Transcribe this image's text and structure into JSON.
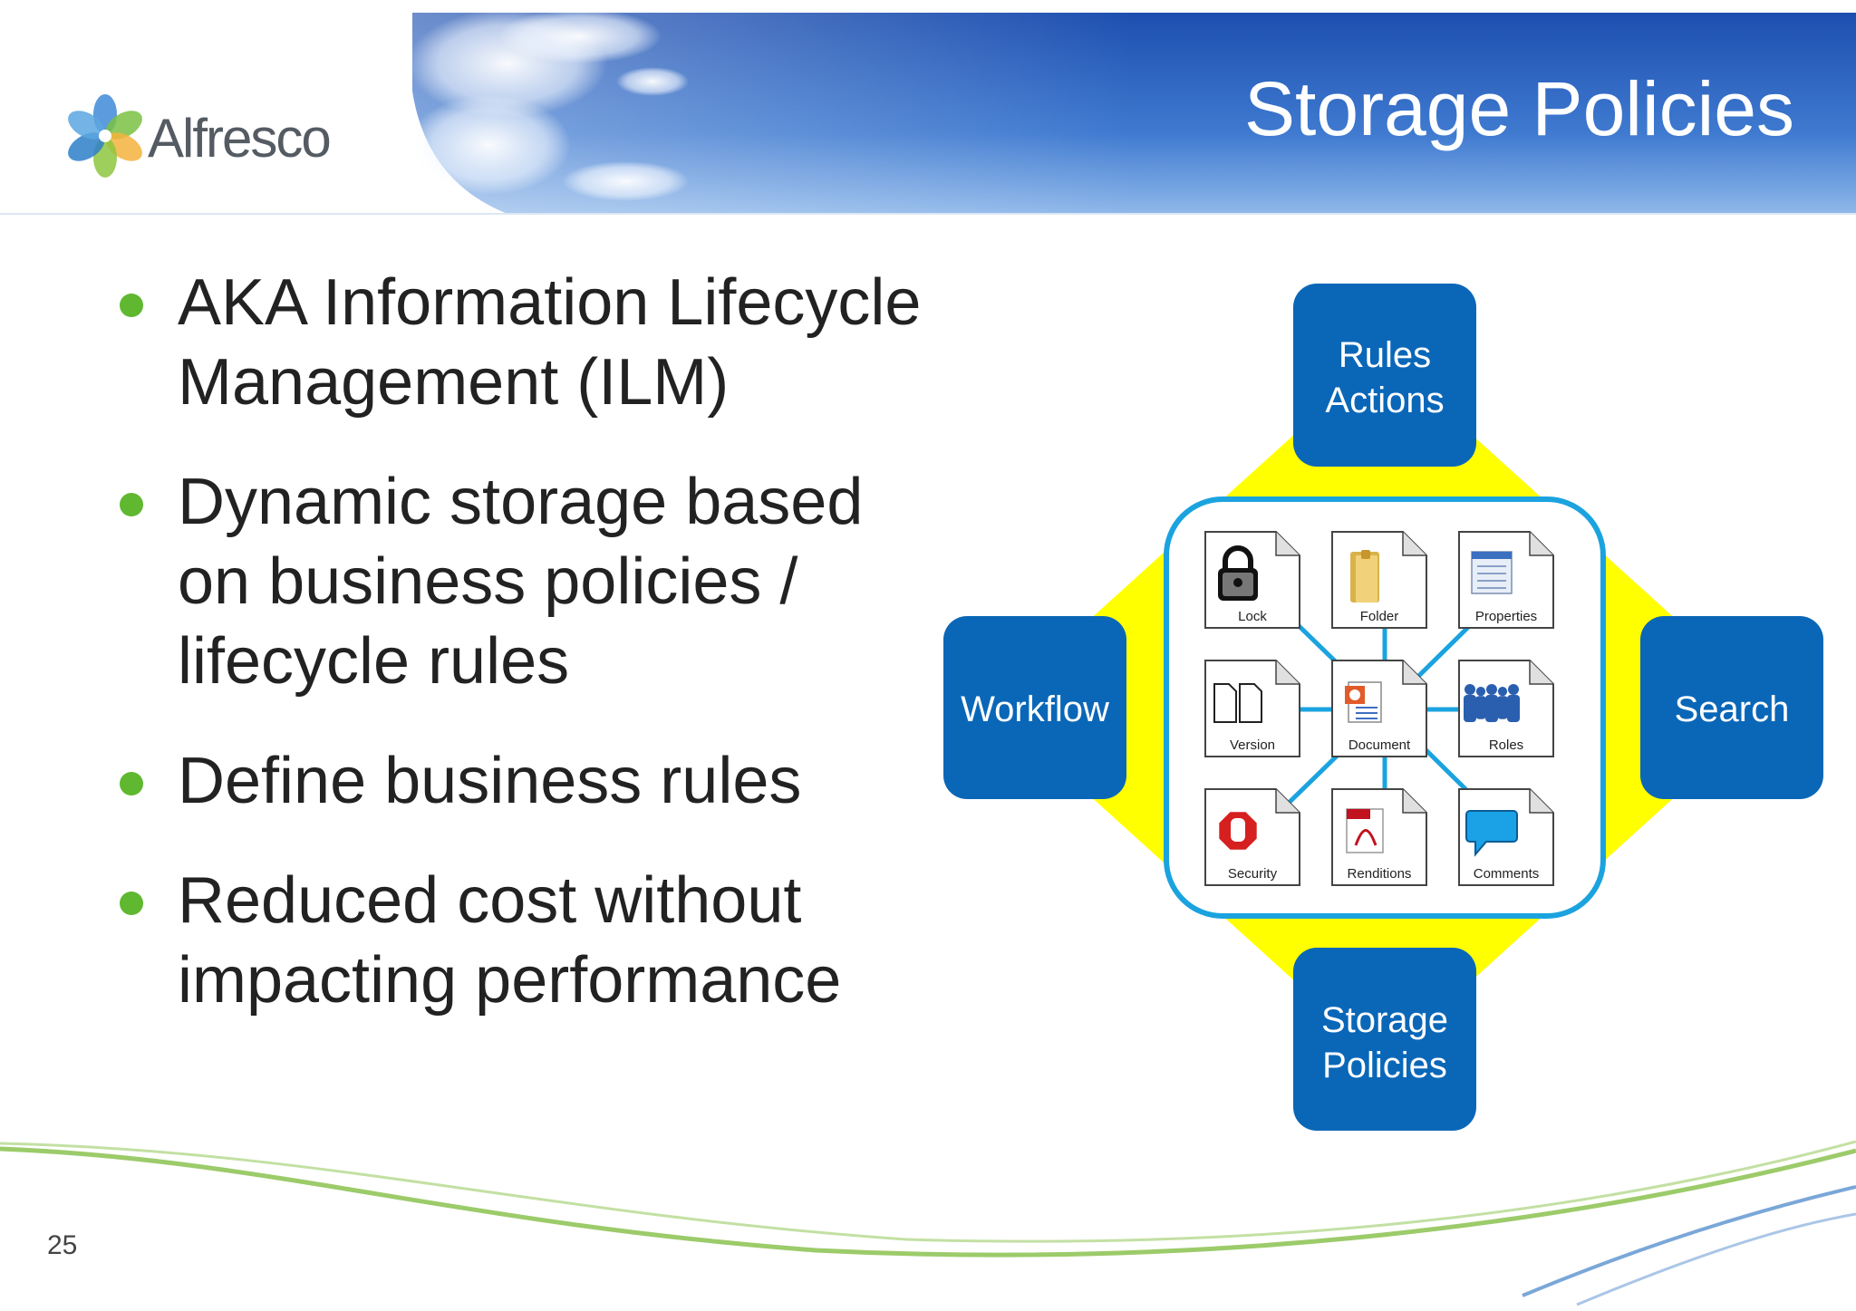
{
  "brand": {
    "name": "Alfresco"
  },
  "title": "Storage Policies",
  "bullets": [
    "AKA Information Lifecycle Management (ILM)",
    "Dynamic storage based on business policies / lifecycle rules",
    "Define business rules",
    "Reduced cost without impacting performance"
  ],
  "diagram": {
    "outer": {
      "top": [
        "Rules",
        "Actions"
      ],
      "left": [
        "Workflow"
      ],
      "right": [
        "Search"
      ],
      "bottom": [
        "Storage",
        "Policies"
      ]
    },
    "tiles": [
      {
        "label": "Lock",
        "icon": "lock-icon"
      },
      {
        "label": "Folder",
        "icon": "folder-icon"
      },
      {
        "label": "Properties",
        "icon": "properties-icon"
      },
      {
        "label": "Version",
        "icon": "version-icon"
      },
      {
        "label": "Document",
        "icon": "document-icon"
      },
      {
        "label": "Roles",
        "icon": "roles-icon"
      },
      {
        "label": "Security",
        "icon": "stop-sign-icon"
      },
      {
        "label": "Renditions",
        "icon": "pdf-icon"
      },
      {
        "label": "Comments",
        "icon": "comment-icon"
      }
    ]
  },
  "page_number": "25",
  "colors": {
    "sky_blue": "#2e66c4",
    "box_blue": "#0a67b8",
    "diamond_yellow": "#ffff00",
    "hub_border": "#1ba3df",
    "connector": "#1ba3df",
    "bullet_green": "#5fb830"
  }
}
